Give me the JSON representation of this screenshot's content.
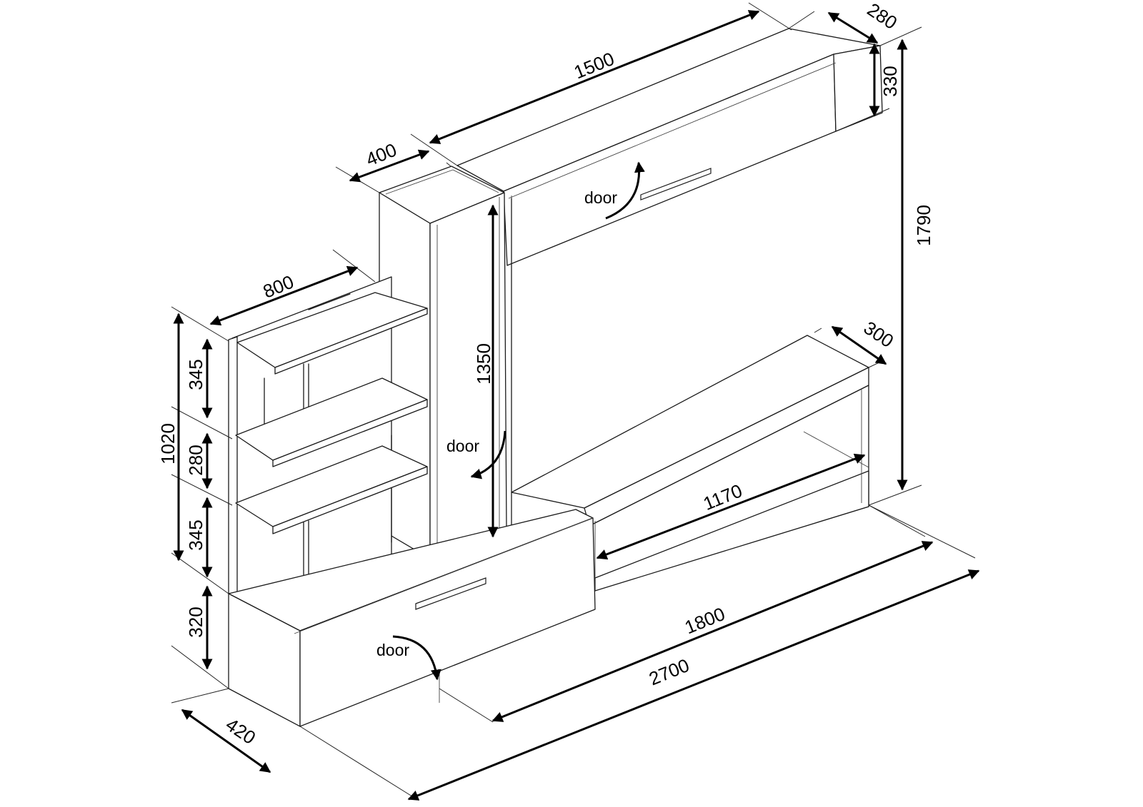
{
  "dimensions": {
    "d1500": "1500",
    "d280": "280",
    "d330": "330",
    "d400": "400",
    "d1790": "1790",
    "d800": "800",
    "d1350": "1350",
    "d300": "300",
    "d345_top": "345",
    "d1020": "1020",
    "d280_mid": "280",
    "d345_bot": "345",
    "d1170": "1170",
    "d320": "320",
    "d1800": "1800",
    "d2700": "2700",
    "d420": "420"
  },
  "doors": {
    "upper_cabinet": "door",
    "tall_column": "door",
    "lower_drawer": "door"
  }
}
